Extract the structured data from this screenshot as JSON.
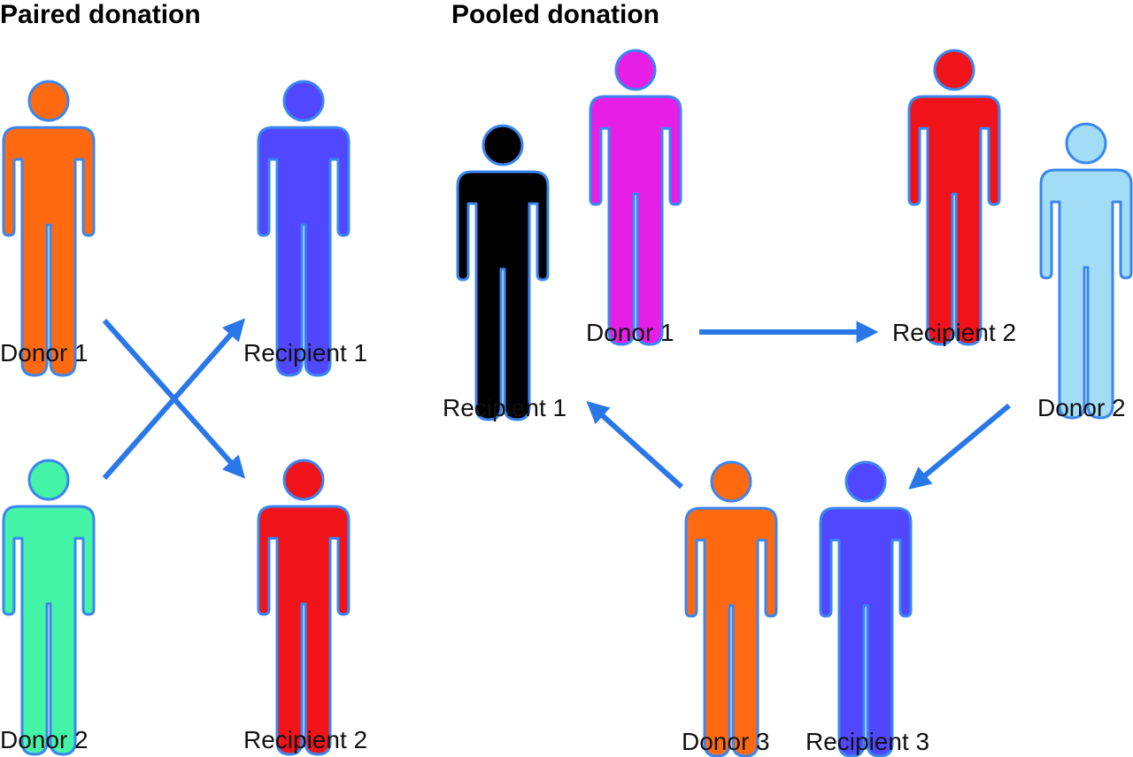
{
  "sections": {
    "paired": {
      "title": "Paired donation"
    },
    "pooled": {
      "title": "Pooled donation"
    }
  },
  "people": [
    {
      "id": "paired-donor-1",
      "label": "Donor 1",
      "color": "#ff6a10"
    },
    {
      "id": "paired-recipient-1",
      "label": "Recipient 1",
      "color": "#5047ff"
    },
    {
      "id": "paired-donor-2",
      "label": "Donor 2",
      "color": "#44f5a8"
    },
    {
      "id": "paired-recipient-2",
      "label": "Recipient 2",
      "color": "#f0141a"
    },
    {
      "id": "pooled-recipient-1",
      "label": "Recipient 1",
      "color": "#000000"
    },
    {
      "id": "pooled-donor-1",
      "label": "Donor 1",
      "color": "#e61ee6"
    },
    {
      "id": "pooled-recipient-2",
      "label": "Recipient 2",
      "color": "#f0141a"
    },
    {
      "id": "pooled-donor-2",
      "label": "Donor 2",
      "color": "#a3dcf5"
    },
    {
      "id": "pooled-donor-3",
      "label": "Donor 3",
      "color": "#ff6a10"
    },
    {
      "id": "pooled-recipient-3",
      "label": "Recipient 3",
      "color": "#5047ff"
    }
  ],
  "arrows": [
    {
      "id": "paired-d1-to-r2",
      "from": "paired-donor-1",
      "to": "paired-recipient-2"
    },
    {
      "id": "paired-d2-to-r1",
      "from": "paired-donor-2",
      "to": "paired-recipient-1"
    },
    {
      "id": "pooled-d1-to-r2",
      "from": "pooled-donor-1",
      "to": "pooled-recipient-2"
    },
    {
      "id": "pooled-d2-to-r3",
      "from": "pooled-donor-2",
      "to": "pooled-recipient-3"
    },
    {
      "id": "pooled-d3-to-r1",
      "from": "pooled-donor-3",
      "to": "pooled-recipient-1"
    }
  ],
  "colors": {
    "arrow": "#2a78e8",
    "outline": "#3a86f0"
  }
}
